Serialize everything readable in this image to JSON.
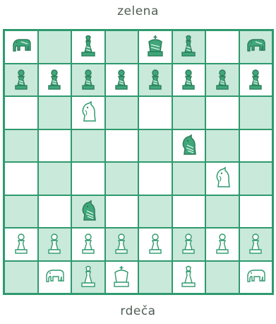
{
  "labels": {
    "top": "zelena",
    "bottom": "rdeča"
  },
  "colors": {
    "board_border": "#2f9a6e",
    "light_square": "#ffffff",
    "dark_square": "#c9e9da",
    "green_piece_fill": "#3fa77a",
    "green_piece_stroke": "#2c7d5a",
    "red_piece_fill": "#ffffff",
    "red_piece_stroke": "#2f9a6e",
    "label_text": "#4f5e55"
  },
  "board": {
    "rows": [
      [
        "green-elephant",
        "",
        "green-advisor",
        "",
        "green-king",
        "green-advisor",
        "",
        "green-elephant"
      ],
      [
        "green-pawn",
        "green-pawn",
        "green-pawn",
        "green-pawn",
        "green-pawn",
        "green-pawn",
        "green-pawn",
        "green-pawn"
      ],
      [
        "",
        "",
        "red-knight",
        "",
        "",
        "",
        "",
        ""
      ],
      [
        "",
        "",
        "",
        "",
        "",
        "green-knight",
        "",
        ""
      ],
      [
        "",
        "",
        "",
        "",
        "",
        "",
        "red-knight",
        ""
      ],
      [
        "",
        "",
        "green-knight",
        "",
        "",
        "",
        "",
        ""
      ],
      [
        "red-pawn",
        "red-pawn",
        "red-pawn",
        "red-pawn",
        "red-pawn",
        "red-pawn",
        "red-pawn",
        "red-pawn"
      ],
      [
        "",
        "red-elephant",
        "red-advisor",
        "red-king",
        "",
        "red-advisor",
        "",
        "red-elephant"
      ]
    ]
  }
}
